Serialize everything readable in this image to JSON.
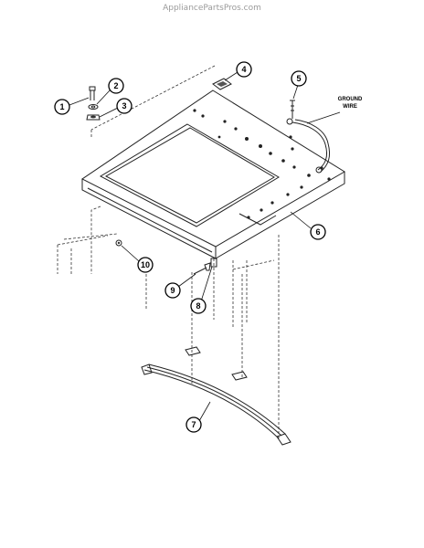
{
  "watermark": "AppliancePartsPros.com",
  "ground_wire_label": [
    "GROUND",
    "WIRE"
  ],
  "callouts": [
    "1",
    "2",
    "3",
    "4",
    "5",
    "6",
    "7",
    "8",
    "9",
    "10"
  ]
}
